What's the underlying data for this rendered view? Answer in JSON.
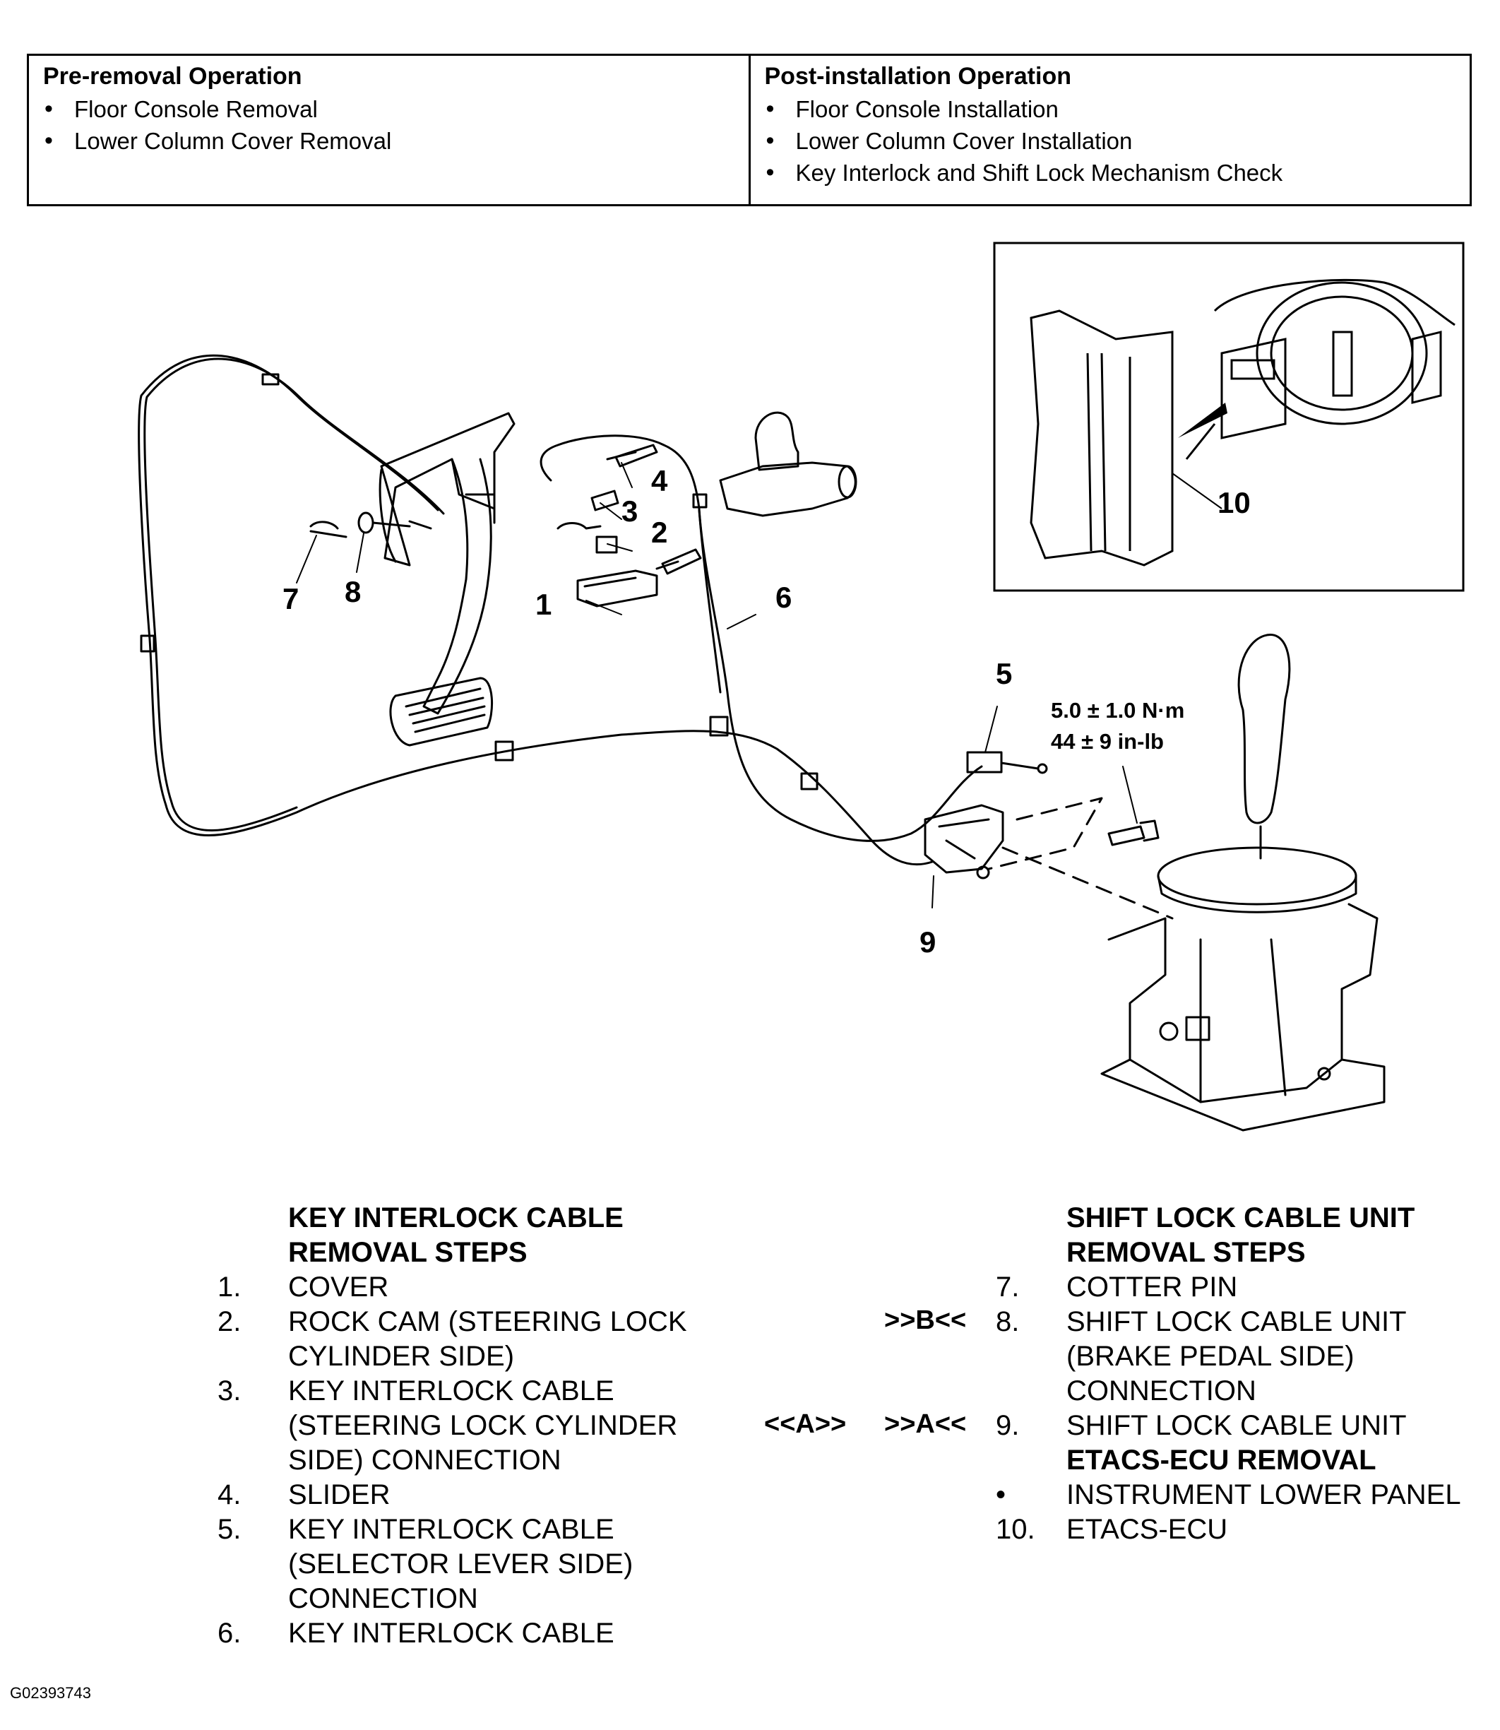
{
  "operations": {
    "pre_removal": {
      "title": "Pre-removal Operation",
      "items": [
        "Floor Console Removal",
        "Lower Column Cover Removal"
      ]
    },
    "post_installation": {
      "title": "Post-installation Operation",
      "items": [
        "Floor Console Installation",
        "Lower Column Cover Installation",
        "Key Interlock and Shift Lock Mechanism Check"
      ]
    }
  },
  "diagram": {
    "callouts": [
      "1",
      "2",
      "3",
      "4",
      "5",
      "6",
      "7",
      "8",
      "9",
      "10"
    ],
    "torque": {
      "metric": "5.0 ± 1.0 N·m",
      "imperial": "44 ± 9 in-lb"
    }
  },
  "key_interlock": {
    "heading_line1": "KEY INTERLOCK CABLE",
    "heading_line2": "REMOVAL STEPS",
    "steps": [
      {
        "num": "1.",
        "lines": [
          "COVER"
        ]
      },
      {
        "num": "2.",
        "lines": [
          "ROCK CAM (STEERING LOCK",
          "CYLINDER SIDE)"
        ]
      },
      {
        "num": "3.",
        "lines": [
          "KEY INTERLOCK CABLE",
          "(STEERING LOCK CYLINDER",
          "SIDE) CONNECTION"
        ]
      },
      {
        "num": "4.",
        "lines": [
          "SLIDER"
        ]
      },
      {
        "num": "5.",
        "lines": [
          "KEY INTERLOCK CABLE",
          "(SELECTOR LEVER SIDE)",
          "CONNECTION"
        ]
      },
      {
        "num": "6.",
        "lines": [
          "KEY INTERLOCK CABLE"
        ]
      }
    ]
  },
  "shift_lock": {
    "heading_line1": "SHIFT LOCK CABLE UNIT",
    "heading_line2": "REMOVAL STEPS",
    "steps": [
      {
        "num": "7.",
        "lines": [
          "COTTER PIN"
        ]
      },
      {
        "num": "8.",
        "lines": [
          "SHIFT LOCK CABLE UNIT",
          "(BRAKE PEDAL SIDE)",
          "CONNECTION"
        ]
      },
      {
        "num": "9.",
        "lines": [
          "SHIFT LOCK CABLE UNIT"
        ]
      }
    ],
    "etacs_heading": "ETACS-ECU REMOVAL",
    "etacs_steps": [
      {
        "num": "•",
        "lines": [
          "INSTRUMENT LOWER PANEL"
        ]
      },
      {
        "num": "10.",
        "lines": [
          "ETACS-ECU"
        ]
      }
    ]
  },
  "refs": {
    "b_install": ">>B<<",
    "a_removal": "<<A>>",
    "a_install": ">>A<<"
  },
  "figure_id": "G02393743"
}
